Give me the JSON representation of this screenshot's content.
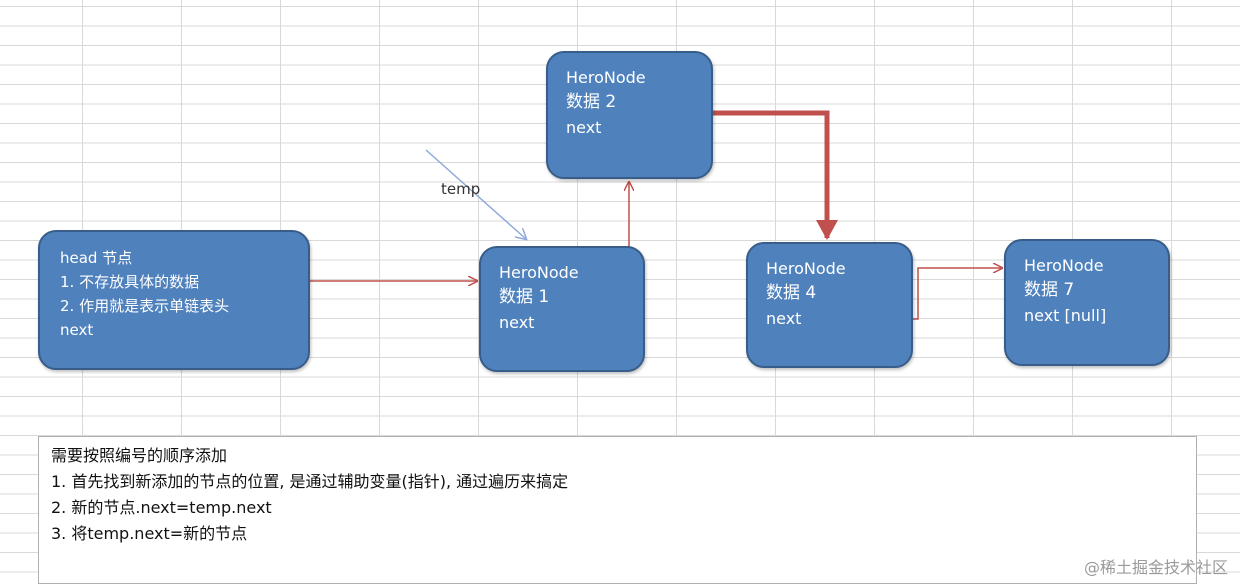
{
  "colors": {
    "node_fill": "#4f81bd",
    "node_border": "#385d8a",
    "thin_arrow": "#c0504d",
    "thick_arrow": "#c0504d",
    "temp_arrow": "#8eaadb"
  },
  "nodes": {
    "head": {
      "lines": [
        "head 节点",
        "1. 不存放具体的数据",
        "2. 作用就是表示单链表头",
        "next"
      ]
    },
    "node1": {
      "title": "HeroNode",
      "data": "数据 1",
      "next": "next"
    },
    "node2": {
      "title": "HeroNode",
      "data": "数据 2",
      "next": "next"
    },
    "node4": {
      "title": "HeroNode",
      "data": "数据 4",
      "next": "next"
    },
    "node7": {
      "title": "HeroNode",
      "data": "数据 7",
      "next": "next [null]"
    }
  },
  "temp_label": "temp",
  "notes": {
    "lines": [
      "需要按照编号的顺序添加",
      "1. 首先找到新添加的节点的位置, 是通过辅助变量(指针), 通过遍历来搞定",
      "2. 新的节点.next=temp.next",
      "3. 将temp.next=新的节点"
    ]
  },
  "watermark": "@稀土掘金技术社区"
}
